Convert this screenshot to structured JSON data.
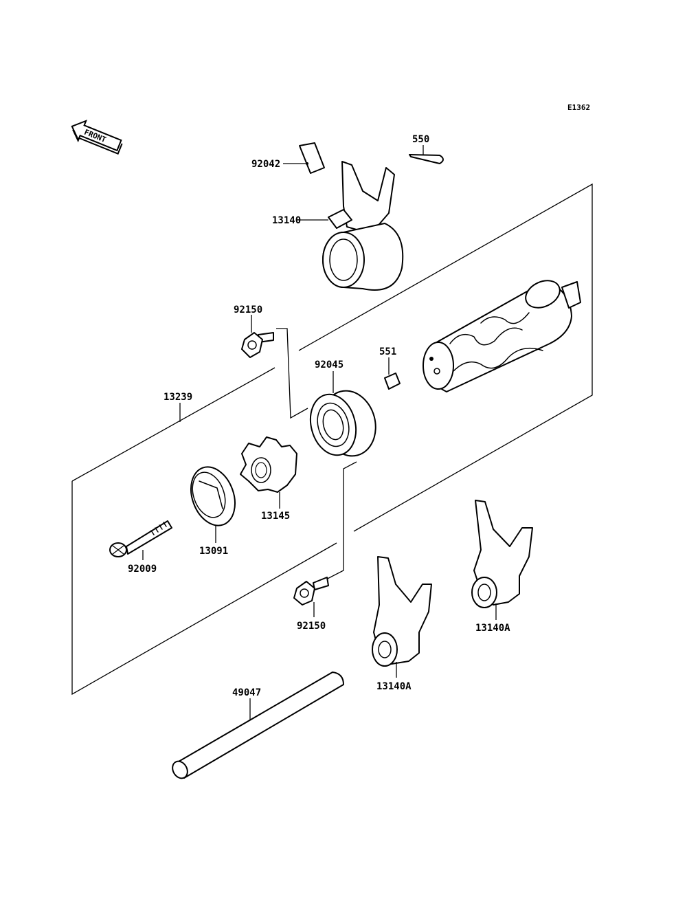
{
  "diagram": {
    "code": "E1362",
    "front": "FRONT",
    "labels": {
      "p92042": "92042",
      "p550": "550",
      "p13140": "13140",
      "p92150_top": "92150",
      "p92045": "92045",
      "p551": "551",
      "p13239": "13239",
      "p13145": "13145",
      "p13091": "13091",
      "p92009": "92009",
      "p92150_bottom": "92150",
      "p13140A_right": "13140A",
      "p13140A_left": "13140A",
      "p49047": "49047"
    }
  }
}
